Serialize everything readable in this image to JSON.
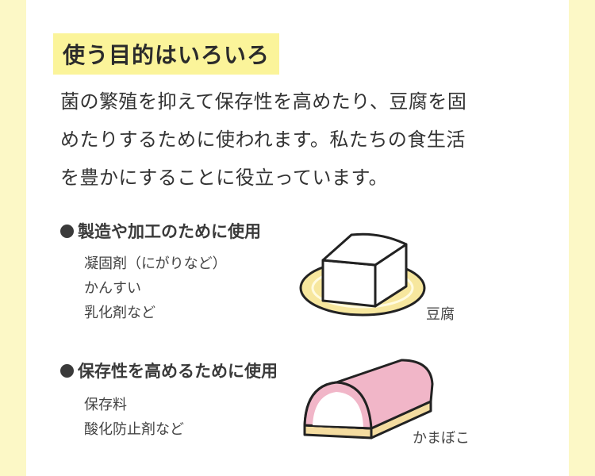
{
  "heading": "使う目的はいろいろ",
  "intro_lines": [
    "菌の繁殖を抑えて保存性を高めたり、豆腐を固",
    "めたりするために使われます。私たちの食生活",
    "を豊かにすることに役立っています。"
  ],
  "sections": [
    {
      "title": "製造や加工のために使用",
      "items": [
        "凝固剤（にがりなど）",
        "かんすい",
        "乳化剤など"
      ],
      "illustration_caption": "豆腐",
      "illustration_icon": "tofu-on-plate"
    },
    {
      "title": "保存性を高めるために使用",
      "items": [
        "保存料",
        "酸化防止剤など"
      ],
      "illustration_caption": "かまぼこ",
      "illustration_icon": "kamaboko"
    }
  ],
  "colors": {
    "page_background": "#fcf8c6",
    "card_background": "#ffffff",
    "heading_highlight": "#fbf49a",
    "plate": "#f7e79e",
    "kamaboko_pink": "#f1b6c8",
    "kamaboko_board": "#f4dca0"
  }
}
